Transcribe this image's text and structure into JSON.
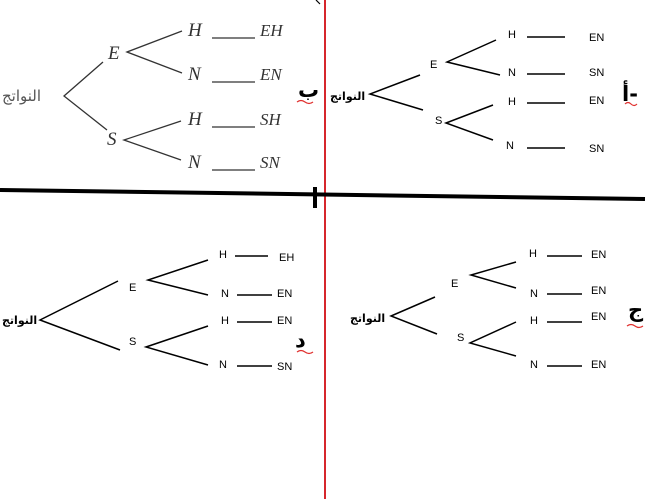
{
  "colors": {
    "divider_red": "#d6262c",
    "divider_black": "#000000",
    "underline_red": "#e0312f"
  },
  "panels": {
    "b": {
      "label": "ب",
      "root": "النواتج",
      "first": [
        "E",
        "S"
      ],
      "second": [
        "H",
        "N",
        "H",
        "N"
      ],
      "outcomes": [
        "EH",
        "EN",
        "SH",
        "SN"
      ]
    },
    "a": {
      "label": "أ-",
      "root": "النواتج",
      "first": [
        "E",
        "S"
      ],
      "second": [
        "H",
        "N",
        "H",
        "N"
      ],
      "outcomes": [
        "EN",
        "SN",
        "EN",
        "SN"
      ]
    },
    "d": {
      "label": "د",
      "root": "النواتج",
      "first": [
        "E",
        "S"
      ],
      "second": [
        "H",
        "N",
        "H",
        "N"
      ],
      "outcomes": [
        "EH",
        "EN",
        "EN",
        "SN"
      ]
    },
    "j": {
      "label": "ج",
      "root": "النواتج",
      "first": [
        "E",
        "S"
      ],
      "second": [
        "H",
        "N",
        "H",
        "N"
      ],
      "outcomes": [
        "EN",
        "EN",
        "EN",
        "EN"
      ]
    }
  }
}
